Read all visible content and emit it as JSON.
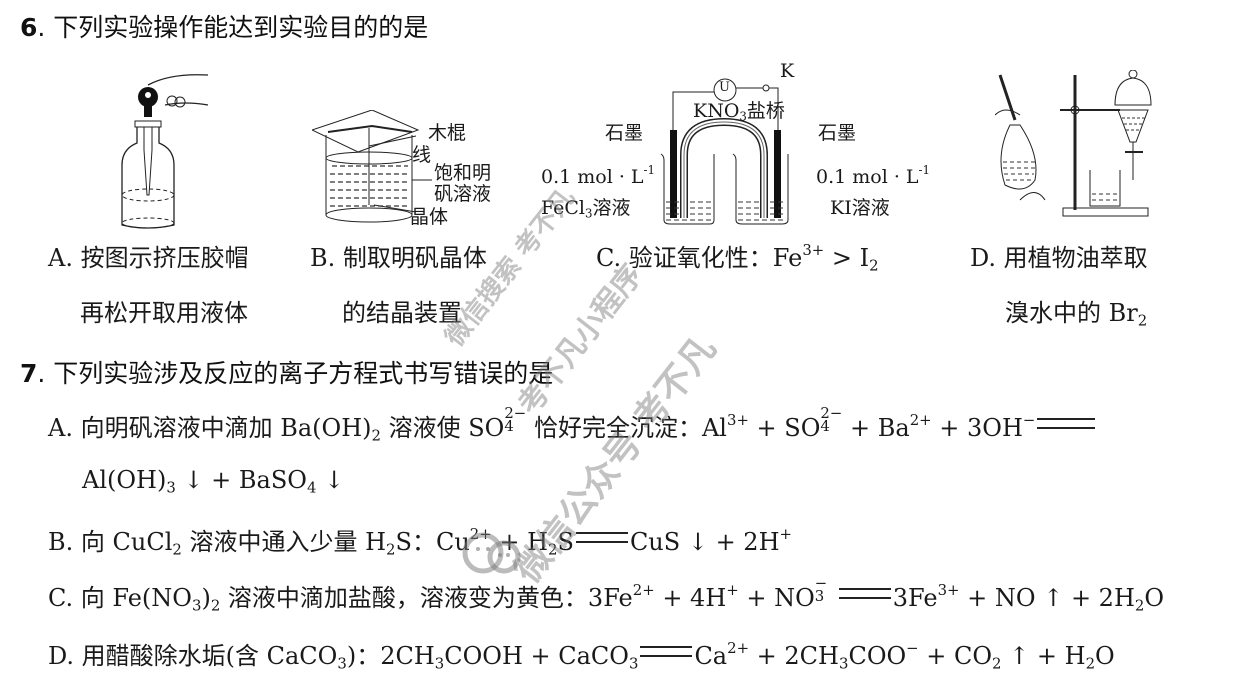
{
  "q6": {
    "number": "6",
    "stem": ". 下列实验操作能达到实验目的的是",
    "options": {
      "A": {
        "line1": "A. 按图示挤压胶帽",
        "line2": "再松开取用液体"
      },
      "B": {
        "line1": "B. 制取明矾晶体",
        "line2": "的结晶装置",
        "labels": {
          "stick": "木棍",
          "thread": "线",
          "solution1": "饱和明",
          "solution2": "矾溶液",
          "crystal": "晶体"
        }
      },
      "C": {
        "caption_prefix": "C. 验证氧化性：Fe",
        "caption_sup": "3+",
        "caption_mid": " > I",
        "caption_sub": "2",
        "labels": {
          "switch": "K",
          "meter": "U",
          "bridge_pre": "KNO",
          "bridge_sub": "3",
          "bridge_post": "盐桥",
          "left_electrode": "石墨",
          "right_electrode": "石墨",
          "left_conc": "0.1 mol · L",
          "left_conc_sup": "-1",
          "left_sol_pre": "FeCl",
          "left_sol_sub": "3",
          "left_sol_post": "溶液",
          "right_conc": "0.1 mol · L",
          "right_conc_sup": "-1",
          "right_sol": "KI溶液"
        }
      },
      "D": {
        "line1": "D. 用植物油萃取",
        "line2_pre": "溴水中的 Br",
        "line2_sub": "2"
      }
    }
  },
  "q7": {
    "number": "7",
    "stem": ". 下列实验涉及反应的离子方程式书写错误的是",
    "options": {
      "A": {
        "text1": "A. 向明矾溶液中滴加 Ba(OH)",
        "sub1": "2",
        "text2": " 溶液使 SO",
        "so4_sub": "4",
        "so4_sup": "2−",
        "text3": " 恰好完全沉淀：Al",
        "al_sup": "3+",
        "text4": " + SO",
        "text5": " + Ba",
        "ba_sup": "2+",
        "text6": " + 3OH",
        "oh_sup": "−",
        "line2_pre": "Al(OH)",
        "line2_sub": "3",
        "line2_mid": " ↓ + BaSO",
        "line2_sub2": "4",
        "line2_end": " ↓"
      },
      "B": {
        "pre": "B. 向 CuCl",
        "sub1": "2",
        "mid": " 溶液中通入少量 H",
        "sub2": "2",
        "mid2": "S：Cu",
        "sup1": "2+",
        "mid3": " + H",
        "sub3": "2",
        "mid4": "S",
        "rhs": "CuS ↓ + 2H",
        "sup2": "+"
      },
      "C": {
        "pre": "C. 向 Fe(NO",
        "sub1": "3",
        "mid": ")",
        "sub2": "2",
        "mid2": " 溶液中滴加盐酸，溶液变为黄色：3Fe",
        "sup1": "2+",
        "mid3": " + 4H",
        "sup2": "+",
        "mid4": " + NO",
        "sub3": "3",
        "sup3": "−",
        "rhs1": "3Fe",
        "sup4": "3+",
        "rhs2": " + NO ↑ + 2H",
        "sub4": "2",
        "rhs3": "O"
      },
      "D": {
        "pre": "D. 用醋酸除水垢(含 CaCO",
        "sub1": "3",
        "mid": ")：2CH",
        "sub2": "3",
        "mid2": "COOH + CaCO",
        "sub3": "3",
        "rhs1": "Ca",
        "sup1": "2+",
        "rhs2": " + 2CH",
        "sub4": "3",
        "rhs3": "COO",
        "sup2": "−",
        "rhs4": " + CO",
        "sub5": "2",
        "rhs5": " ↑ + H",
        "sub6": "2",
        "rhs6": "O"
      }
    }
  },
  "watermark": {
    "line1": "微信搜索 考不凡",
    "line2": "考不凡小程序",
    "line3": "微信公众号 考不凡"
  }
}
